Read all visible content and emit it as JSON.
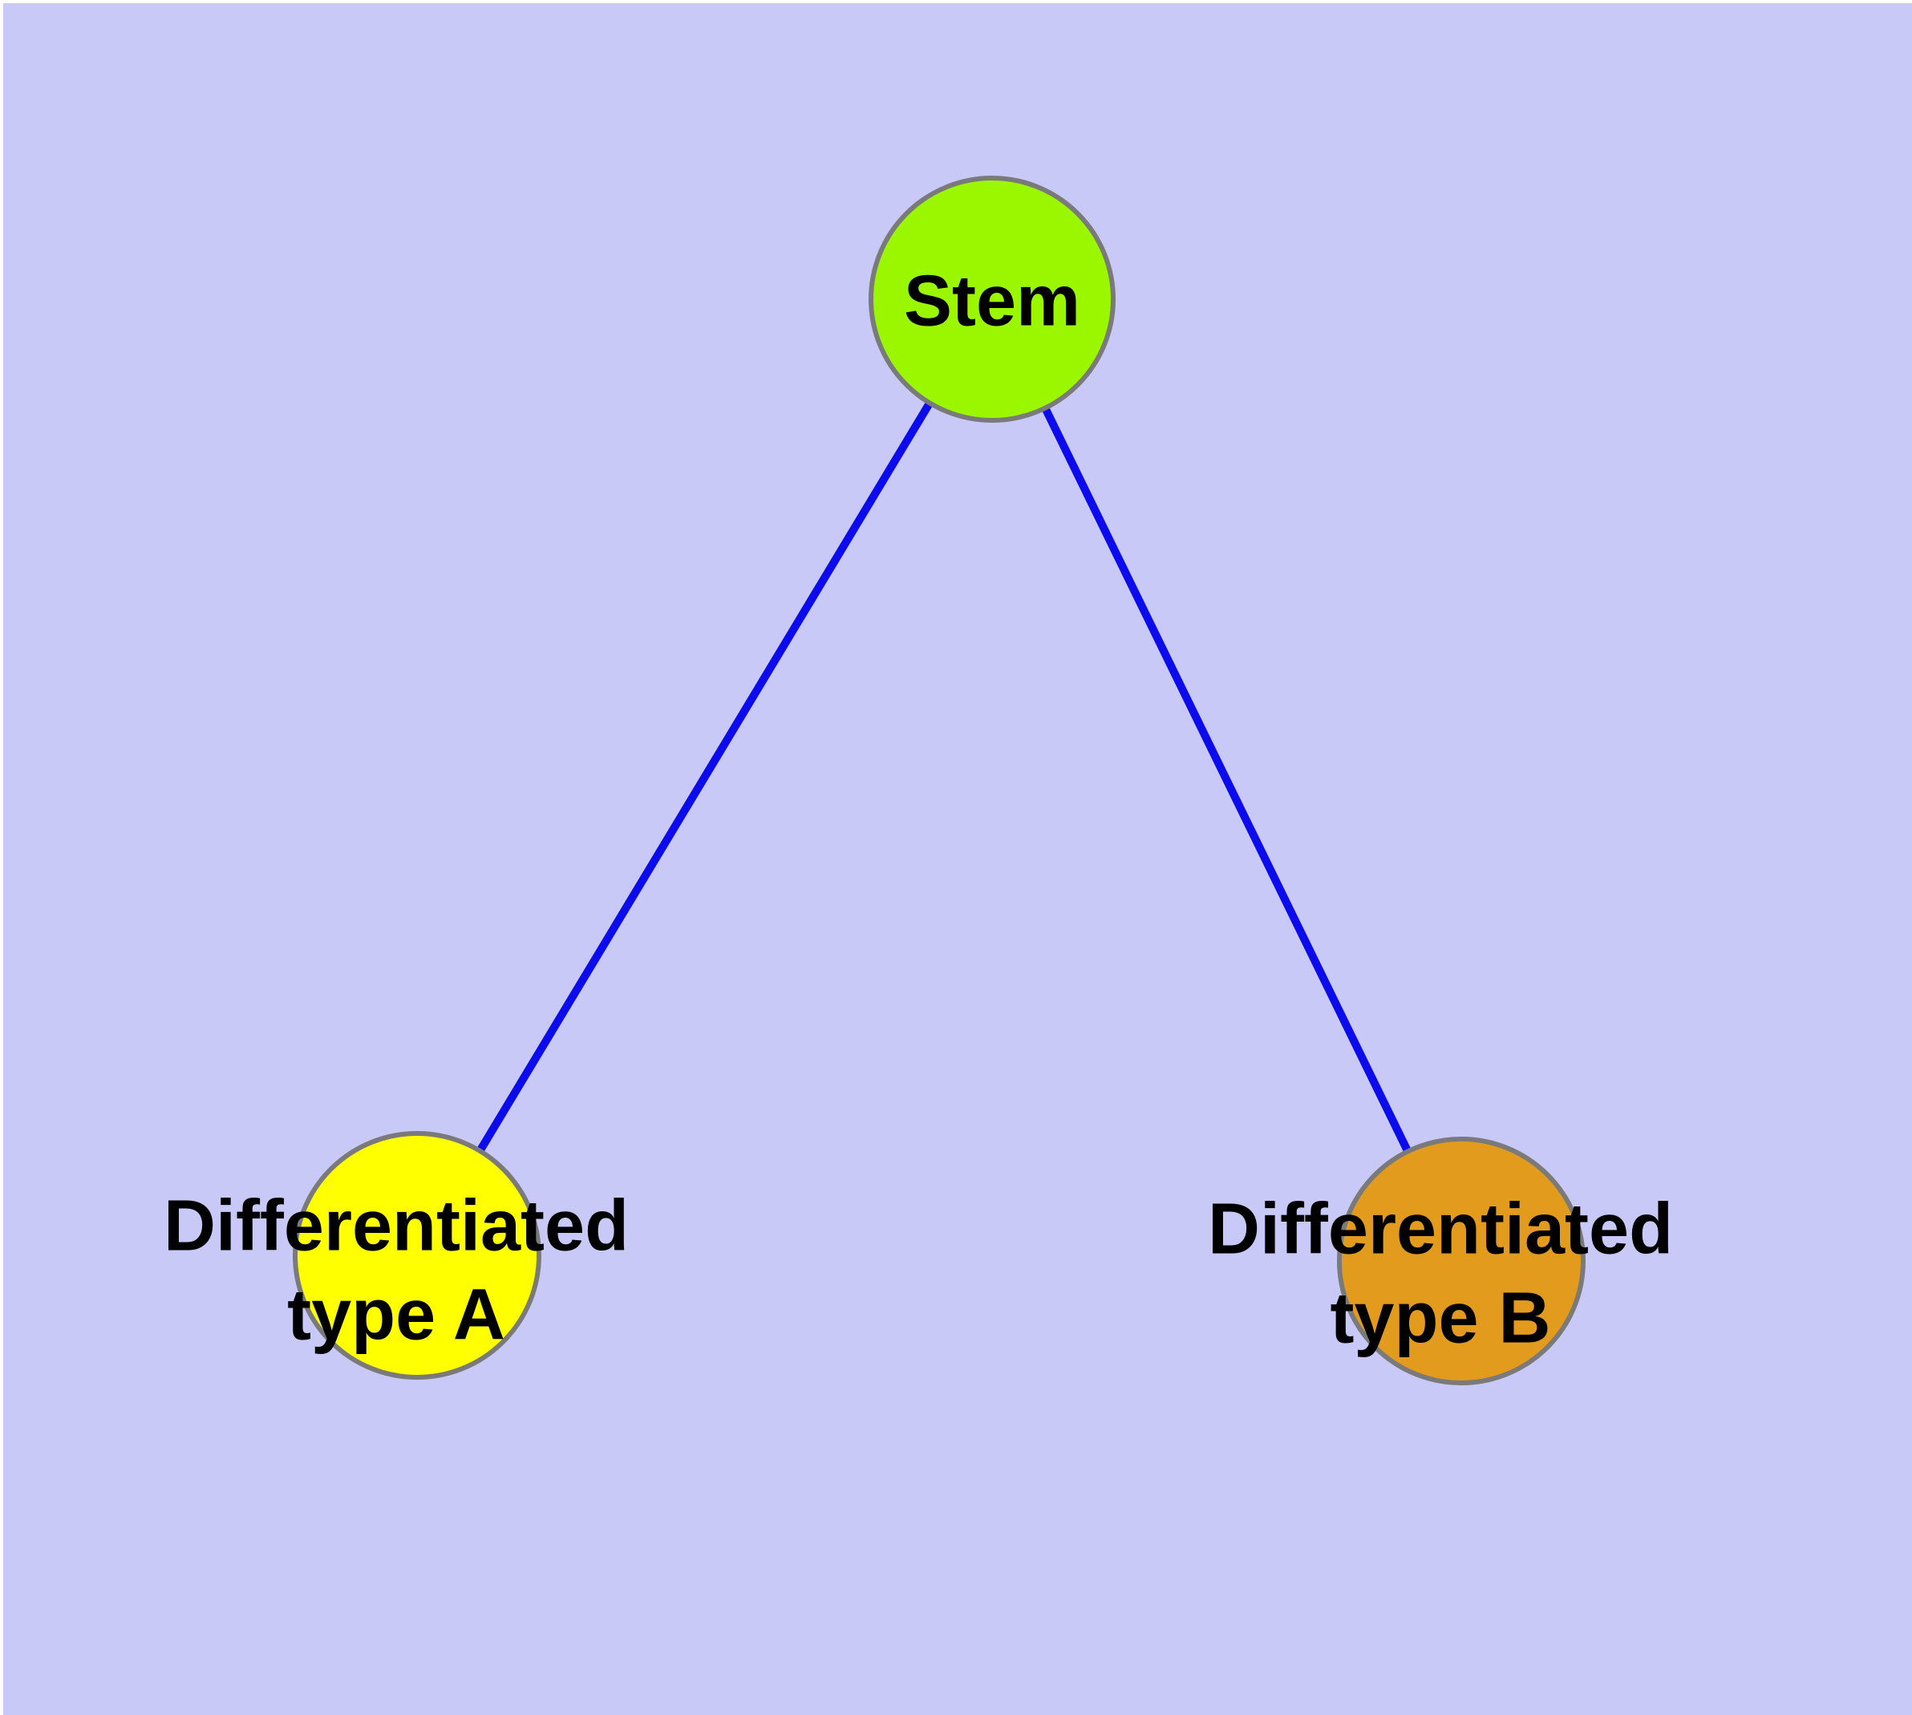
{
  "diagram": {
    "type": "node-link-graph",
    "colors": {
      "background": "#C9C9F7",
      "margin": "#FFFFFF",
      "edge": "#0B0BEE",
      "node_border": "#7A7A7A",
      "label_text": "#000000"
    },
    "nodes": [
      {
        "id": "stem",
        "label": "Stem",
        "color": "#9AF700"
      },
      {
        "id": "type-a",
        "label": "Differentiated\ntype A",
        "color": "#FFFF00"
      },
      {
        "id": "type-b",
        "label": "Differentiated\ntype B",
        "color": "#E39B1E"
      }
    ],
    "edges": [
      {
        "from": "Stem",
        "to": "Differentiated type A"
      },
      {
        "from": "Stem",
        "to": "Differentiated type B"
      }
    ]
  }
}
